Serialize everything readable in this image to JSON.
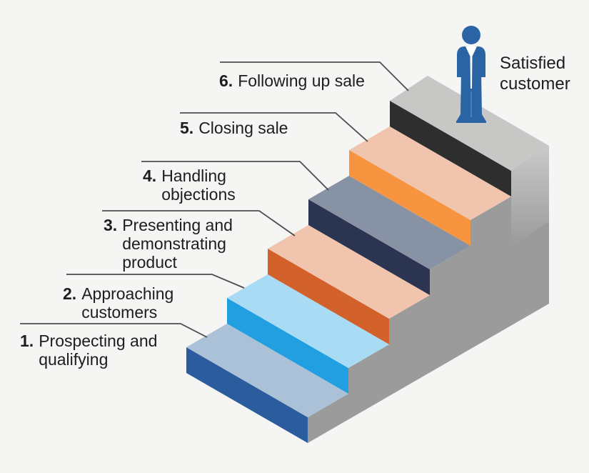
{
  "diagram": {
    "background_color": "#f5f5f4",
    "text_color": "#1d1d1d"
  },
  "staircase": {
    "side_color": "#9b9b9b"
  },
  "steps": [
    {
      "number": "1.",
      "label": "Prospecting and\nqualifying",
      "riser_color": "#2b5c9e",
      "tread_color": "#abc1d8"
    },
    {
      "number": "2.",
      "label": "Approaching\ncustomers",
      "riser_color": "#219fe0",
      "tread_color": "#a9dcf4"
    },
    {
      "number": "3.",
      "label": "Presenting and\ndemonstrating\nproduct",
      "riser_color": "#d2612c",
      "tread_color": "#f1c5ad"
    },
    {
      "number": "4.",
      "label": "Handling\nobjections",
      "riser_color": "#2b3450",
      "tread_color": "#8793a4"
    },
    {
      "number": "5.",
      "label": "Closing sale",
      "riser_color": "#f79440",
      "tread_color": "#f1c5ad"
    },
    {
      "number": "6.",
      "label": "Following up sale",
      "riser_color": "#2e2e2e",
      "tread_color": "#c7c7c6"
    }
  ],
  "person": {
    "label": "Satisfied\ncustomer",
    "color": "#2b64a5",
    "accent": "#4c80b4"
  },
  "lines": {
    "color": "#4d4d4d"
  }
}
